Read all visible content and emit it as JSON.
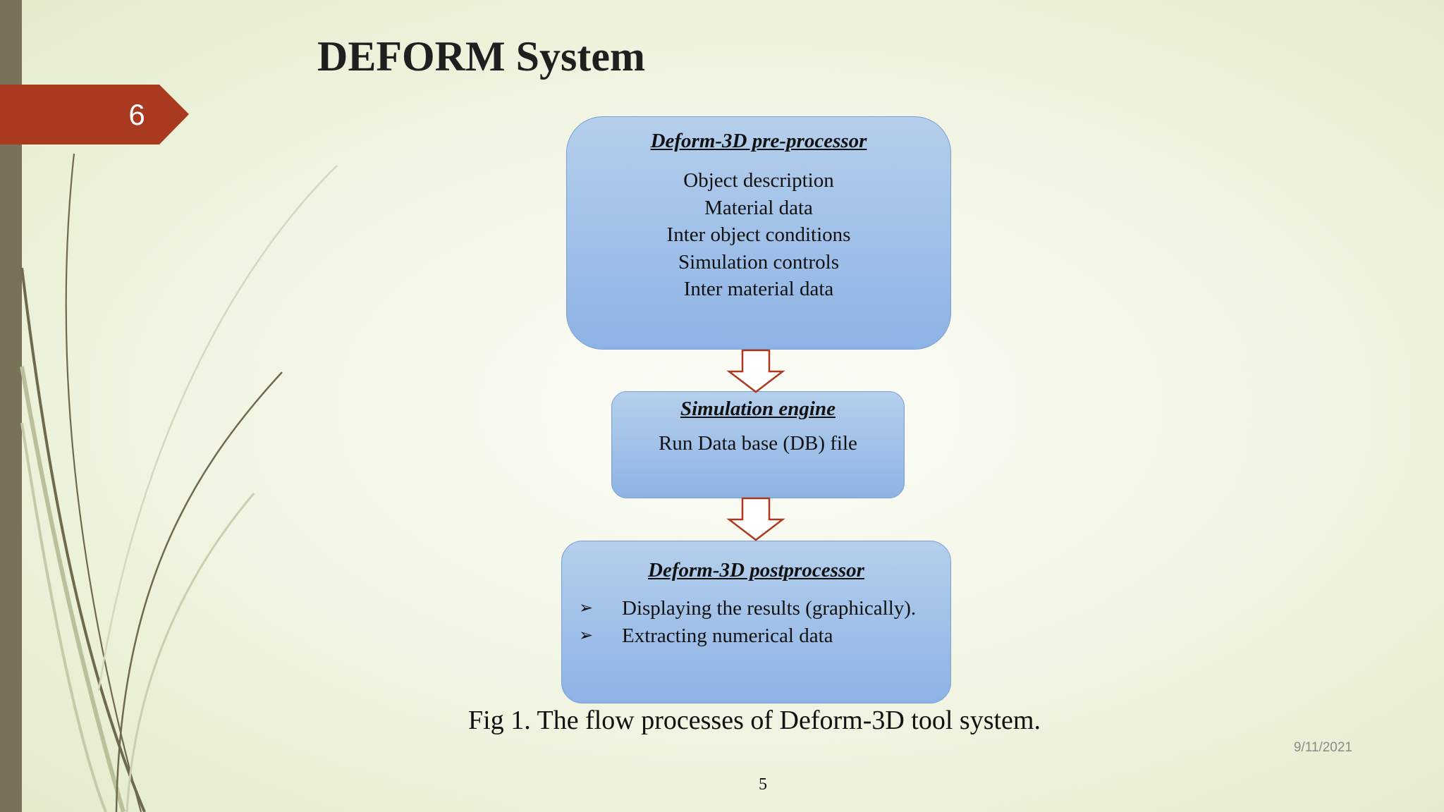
{
  "slide": {
    "number": "6",
    "title": "DEFORM System",
    "date": "9/11/2021",
    "page_number": "5"
  },
  "diagram": {
    "pre_processor": {
      "title": "Deform-3D pre-processor",
      "items": [
        "Object description",
        "Material data",
        "Inter object conditions",
        "Simulation controls",
        "Inter material data"
      ]
    },
    "simulation_engine": {
      "title": "Simulation engine",
      "items": [
        "Run Data base (DB) file"
      ]
    },
    "post_processor": {
      "title": "Deform-3D postprocessor",
      "items": [
        "Displaying the results (graphically).",
        "Extracting numerical data"
      ]
    },
    "caption": "Fig 1. The flow processes of Deform-3D tool system."
  },
  "colors": {
    "tab": "#a93a1f",
    "box_top": "#b5cfec",
    "box_bottom": "#8db3e5",
    "arrow_stroke": "#a93a1f",
    "left_bar": "#7a7159"
  }
}
